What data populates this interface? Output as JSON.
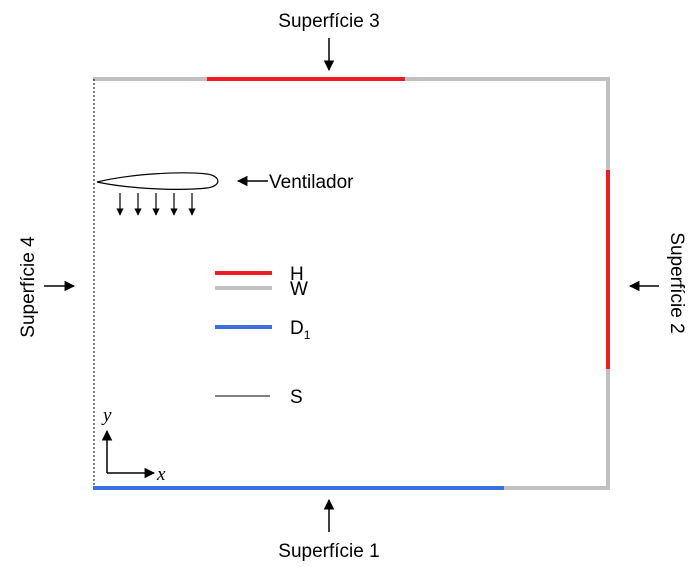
{
  "labels": {
    "surface1": "Superfície 1",
    "surface2": "Superfície 2",
    "surface3": "Superfície 3",
    "surface4": "Superfície 4",
    "fan": "Ventilador"
  },
  "legend": [
    {
      "key": "H",
      "sub": "",
      "color": "#ee1c24",
      "style": "thick"
    },
    {
      "key": "W",
      "sub": "",
      "color": "#c0c0c0",
      "style": "thick"
    },
    {
      "key": "D",
      "sub": "1",
      "color": "#3a6fe0",
      "style": "thick"
    },
    {
      "key": "S",
      "sub": "",
      "color": "#000000",
      "style": "thin"
    }
  ],
  "axes": {
    "x": "x",
    "y": "y"
  },
  "colors": {
    "H": "#ee1c24",
    "W": "#c0c0c0",
    "D1": "#3a6fe0",
    "S": "#000000"
  }
}
